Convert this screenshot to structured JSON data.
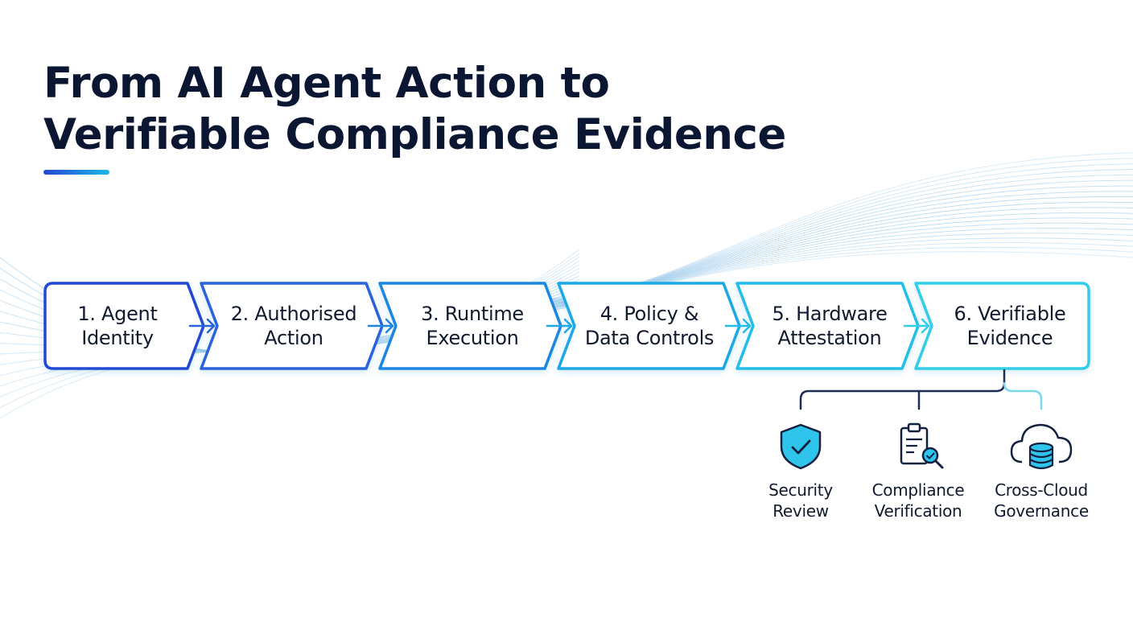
{
  "title": {
    "line1": "From AI Agent Action to",
    "line2": "Verifiable Compliance Evidence"
  },
  "colors": {
    "title": "#0b1633",
    "accent_start": "#2148d4",
    "accent_end": "#1fb6e6",
    "step_colors": [
      "#2148d4",
      "#2a63dc",
      "#1e86e0",
      "#1ea8e6",
      "#22bde8",
      "#33cde6"
    ],
    "wave": "#8fc3e8"
  },
  "steps": [
    {
      "line1": "1. Agent",
      "line2": "Identity"
    },
    {
      "line1": "2. Authorised",
      "line2": "Action"
    },
    {
      "line1": "3. Runtime",
      "line2": "Execution"
    },
    {
      "line1": "4. Policy &",
      "line2": "Data Controls"
    },
    {
      "line1": "5. Hardware",
      "line2": "Attestation"
    },
    {
      "line1": "6. Verifiable",
      "line2": "Evidence"
    }
  ],
  "outputs": [
    {
      "line1": "Security",
      "line2": "Review",
      "icon": "shield-check-icon"
    },
    {
      "line1": "Compliance",
      "line2": "Verification",
      "icon": "clipboard-search-icon"
    },
    {
      "line1": "Cross-Cloud",
      "line2": "Governance",
      "icon": "cloud-database-icon"
    }
  ]
}
